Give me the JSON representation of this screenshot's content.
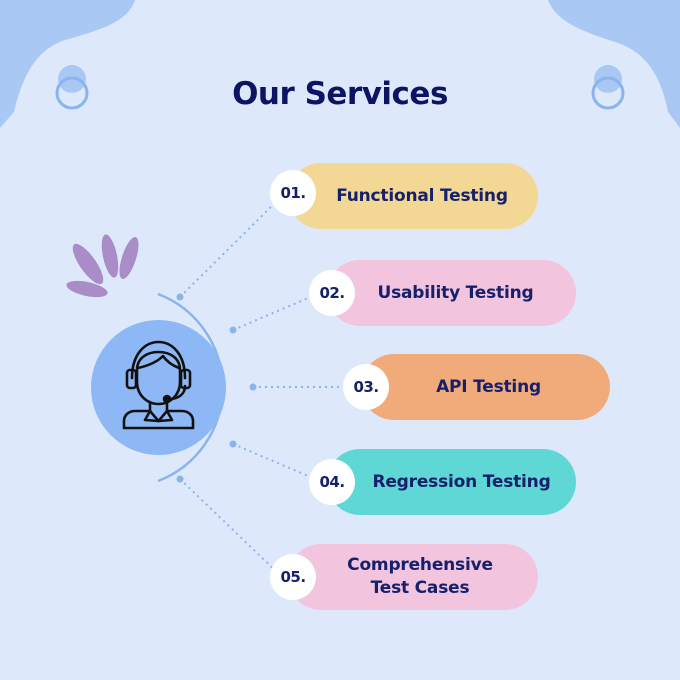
{
  "title": "Our Services",
  "colors": {
    "background": "#dde9fb",
    "title": "#0c1463",
    "accent_blue": "#a9c8f3",
    "leaf_purple": "#a98cc8",
    "connector": "#8ab4ec"
  },
  "center_icon": "customer-support-agent-icon",
  "services": [
    {
      "number": "01.",
      "label": "Functional Testing",
      "color": "#f2d894"
    },
    {
      "number": "02.",
      "label": "Usability Testing",
      "color": "#f2c4de"
    },
    {
      "number": "03.",
      "label": "API Testing",
      "color": "#f1ab7a"
    },
    {
      "number": "04.",
      "label": "Regression Testing",
      "color": "#5fd7d5"
    },
    {
      "number": "05.",
      "label": "Comprehensive\nTest Cases",
      "color": "#f2c4de"
    }
  ]
}
